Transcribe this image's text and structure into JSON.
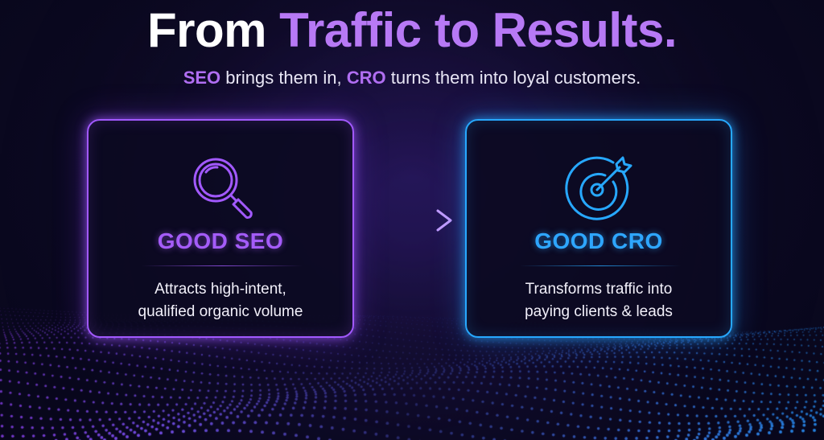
{
  "header": {
    "title_plain": "From",
    "title_highlight": "Traffic to Results.",
    "subtitle_seo": "SEO",
    "subtitle_mid": "brings them in,",
    "subtitle_cro": "CRO",
    "subtitle_end": "turns them into loyal customers."
  },
  "cards": [
    {
      "id": "seo",
      "icon": "magnifying-glass-icon",
      "title": "GOOD SEO",
      "desc_line1": "Attracts high-intent,",
      "desc_line2": "qualified organic volume",
      "accent": "#a259ff"
    },
    {
      "id": "cro",
      "icon": "target-with-arrow-icon",
      "title": "GOOD CRO",
      "desc_line1": "Transforms traffic into",
      "desc_line2": "paying clients & leads",
      "accent": "#27a8ff"
    }
  ],
  "connector": {
    "icon": "arrow-right-icon"
  },
  "colors": {
    "background": "#0d0a24",
    "purple_accent": "#a259ff",
    "blue_accent": "#27a8ff",
    "title_highlight": "#b779f5"
  }
}
